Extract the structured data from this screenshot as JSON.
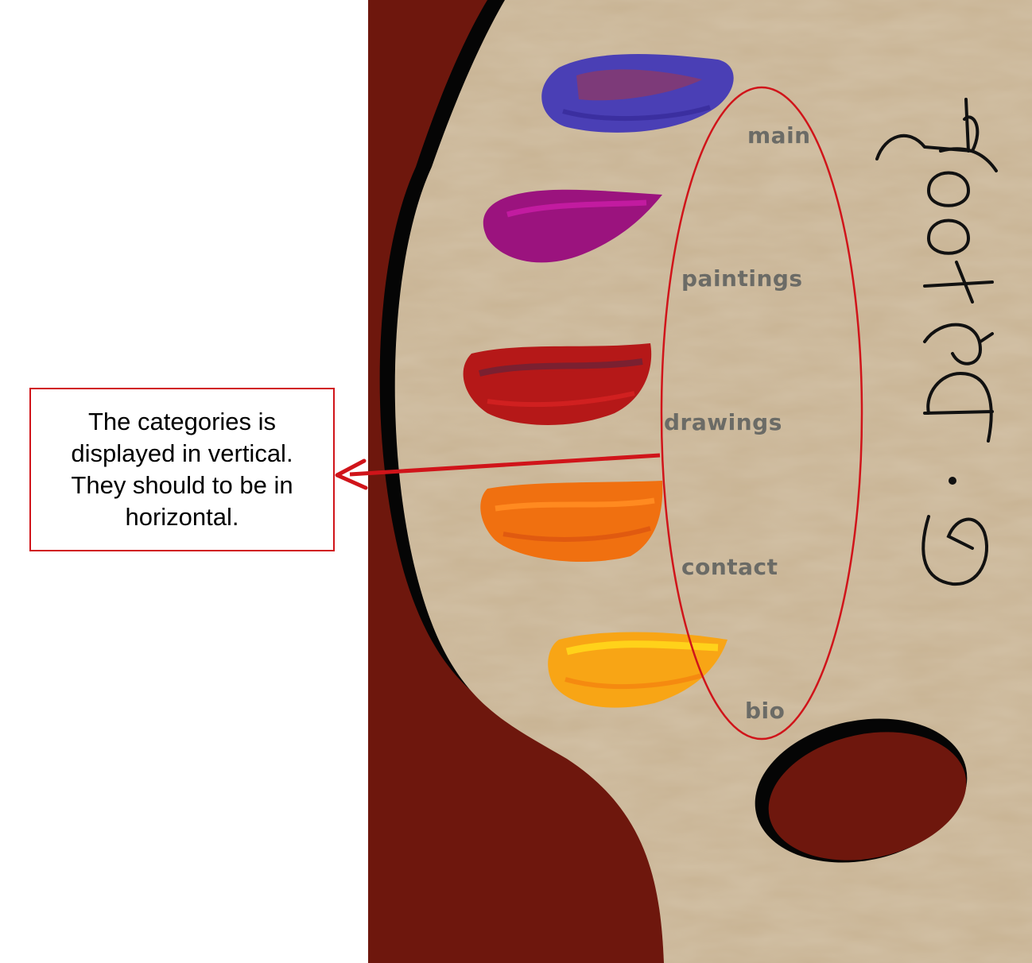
{
  "nav": {
    "items": [
      {
        "label": "main"
      },
      {
        "label": "paintings"
      },
      {
        "label": "drawings"
      },
      {
        "label": "contact"
      },
      {
        "label": "bio"
      }
    ]
  },
  "annotation": {
    "text": "The categories is displayed in vertical. They should to be in horizontal."
  },
  "colors": {
    "background_dark": "#6e170d",
    "palette_tan": "#c8b393",
    "palette_outline": "#050505",
    "nav_text": "#6b6b66",
    "annotation_red": "#d0141a"
  }
}
